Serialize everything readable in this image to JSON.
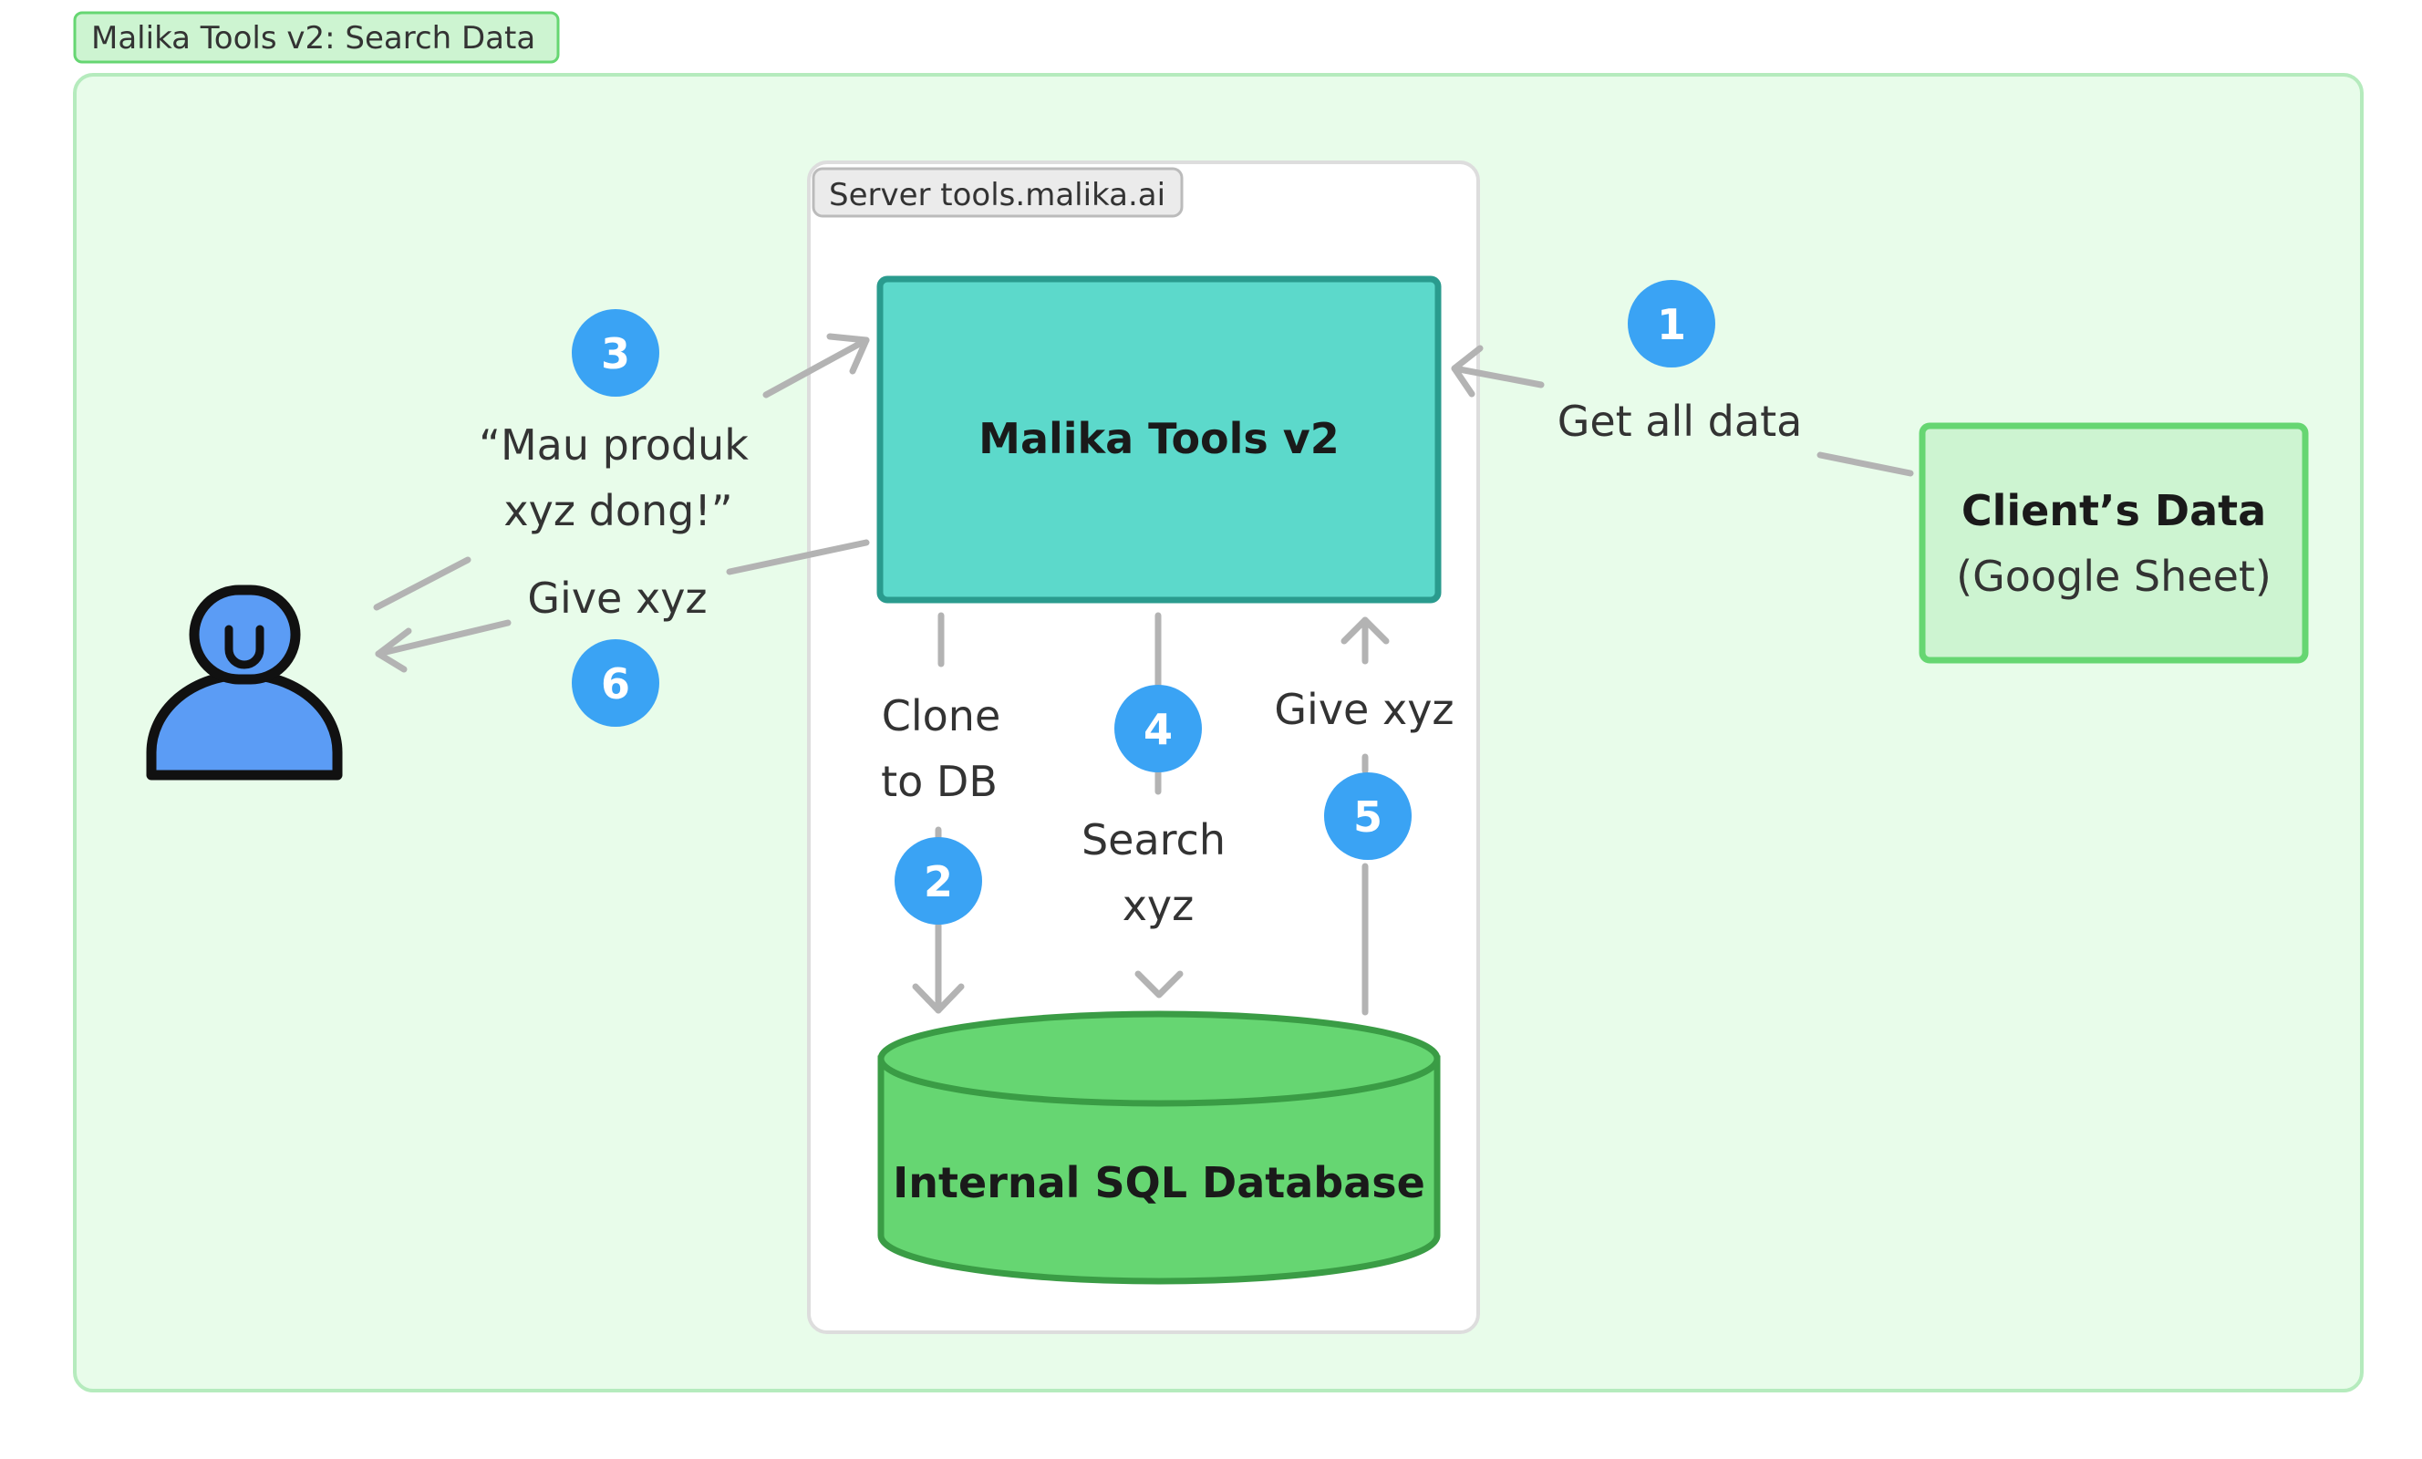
{
  "frame": {
    "title": "Malika Tools v2: Search Data"
  },
  "server": {
    "label": "Server tools.malika.ai"
  },
  "nodes": {
    "malika_tools": "Malika Tools v2",
    "database": "Internal SQL Database",
    "client_data_line1": "Client’s Data",
    "client_data_line2": "(Google Sheet)"
  },
  "steps": {
    "s1": {
      "number": "1",
      "label": "Get all data"
    },
    "s2": {
      "number": "2",
      "label_line1": "Clone",
      "label_line2": "to DB"
    },
    "s3": {
      "number": "3",
      "label_line1": "“Mau produk",
      "label_line2": "xyz dong!”"
    },
    "s4": {
      "number": "4",
      "label_line1": "Search",
      "label_line2": "xyz"
    },
    "s5": {
      "number": "5",
      "label": "Give xyz"
    },
    "s6": {
      "number": "6",
      "label": "Give xyz"
    }
  },
  "colors": {
    "frame_fill": "#e8fcea",
    "frame_stroke": "#b5ebbd",
    "tools_fill": "#5cd9cb",
    "tools_stroke": "#2a9b8e",
    "db_fill": "#66d672",
    "db_stroke": "#3a9c45",
    "client_fill": "#cdf4d1",
    "client_stroke": "#66d672",
    "badge": "#3aa3f4",
    "arrow": "#b3b3b3",
    "user_fill": "#5b9cf5",
    "user_stroke": "#111111"
  },
  "icons": {
    "user": "user-icon"
  }
}
